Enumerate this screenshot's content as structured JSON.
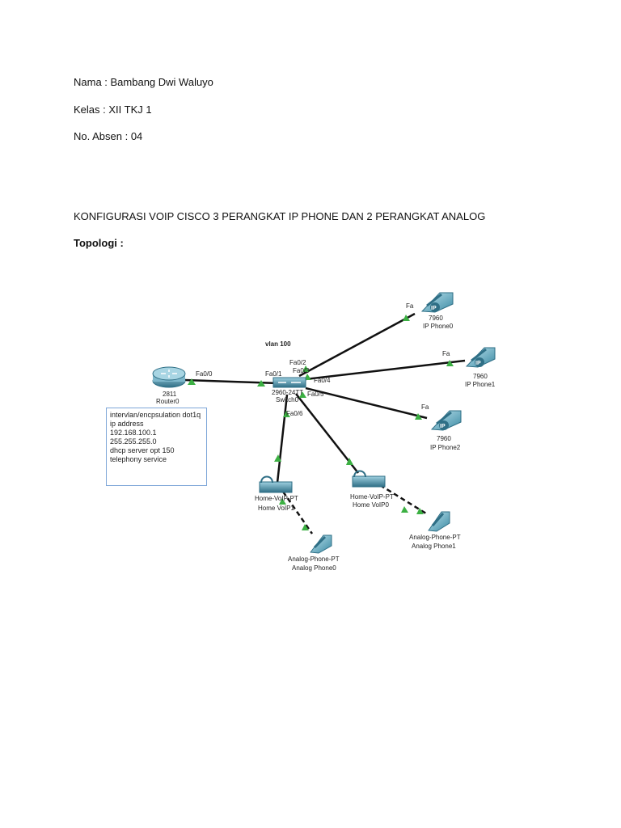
{
  "header": {
    "nama": "Nama : Bambang Dwi Waluyo",
    "kelas": "Kelas : XII TKJ 1",
    "absen": "No. Absen : 04"
  },
  "title": "KONFIGURASI VOIP CISCO 3 PERANGKAT IP PHONE DAN 2 PERANGKAT ANALOG",
  "topology_heading": "Topologi :",
  "diagram": {
    "vlan_label": "vlan 100",
    "router": {
      "model": "2811",
      "name": "Router0",
      "port": "Fa0/0"
    },
    "switch": {
      "model": "2960-24TT",
      "name": "Switch0",
      "ports": {
        "fa01": "Fa0/1",
        "fa02": "Fa0/2",
        "fa03": "Fa0/3",
        "fa04": "Fa0/4",
        "fa05": "Fa0/5",
        "fa06": "Fa0/6"
      }
    },
    "ip_phones": [
      {
        "model": "7960",
        "name": "IP Phone0",
        "port": "Fa",
        "badge": "IP"
      },
      {
        "model": "7960",
        "name": "IP Phone1",
        "port": "Fa",
        "badge": "IP"
      },
      {
        "model": "7960",
        "name": "IP Phone2",
        "port": "Fa",
        "badge": "IP"
      }
    ],
    "home_voip": [
      {
        "model": "Home-VoIP-PT",
        "name": "Home VoIP1"
      },
      {
        "model": "Home-VoIP-PT",
        "name": "Home VoIP0"
      }
    ],
    "analog_phones": [
      {
        "model": "Analog-Phone-PT",
        "name": "Analog Phone0"
      },
      {
        "model": "Analog-Phone-PT",
        "name": "Analog Phone1"
      }
    ],
    "config_note": [
      "intervlan/encpsulation dot1q",
      "ip address",
      "192.168.100.1",
      "255.255.255.0",
      "dhcp server opt 150",
      "telephony service"
    ],
    "colors": {
      "link": "#111111",
      "port_up": "#3cb043",
      "device": "#5b9bb5",
      "device_dark": "#2f6f86",
      "note_border": "#7ea6d8"
    }
  }
}
